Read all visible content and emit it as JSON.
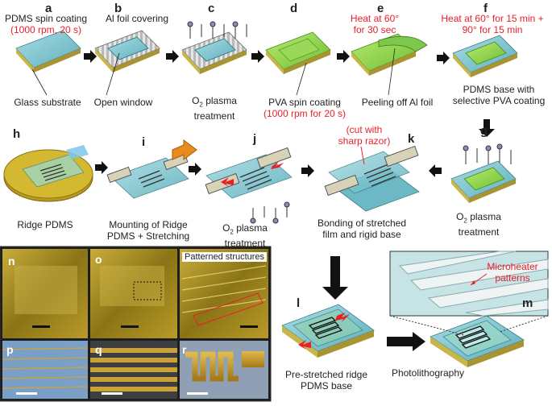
{
  "steps": {
    "a": {
      "letter": "a",
      "line1": "PDMS spin coating",
      "line2": "(1000 rpm, 20 s)",
      "below": "Glass substrate"
    },
    "b": {
      "letter": "b",
      "line1": "Al foil covering",
      "below": "Open window"
    },
    "c": {
      "letter": "c",
      "line1": "O",
      "sub": "2",
      "line1b": " plasma",
      "line2": "treatment"
    },
    "d": {
      "letter": "d",
      "line1": "PVA spin coating",
      "line2": "(1000 rpm for 20 s)"
    },
    "e": {
      "letter": "e",
      "heat1": "Heat at 60°",
      "heat2": "for 30 sec",
      "below": "Peeling off Al foil"
    },
    "f": {
      "letter": "f",
      "heat1": "Heat at 60° for 15 min +",
      "heat2": "90° for 15 min",
      "below1": "PDMS base with",
      "below2": "selective PVA coating"
    },
    "g": {
      "letter": "g",
      "line1": "O",
      "sub": "2",
      "line1b": " plasma",
      "line2": "treatment"
    },
    "h": {
      "letter": "h",
      "below": "Ridge PDMS"
    },
    "i": {
      "letter": "i",
      "below1": "Mounting of Ridge",
      "below2": "PDMS + Stretching"
    },
    "j": {
      "letter": "j",
      "line1": "O",
      "sub": "2",
      "line1b": " plasma",
      "line2": "treatment"
    },
    "k": {
      "letter": "k",
      "cut1": "(cut with",
      "cut2": "sharp razor)",
      "below1": "Bonding of stretched",
      "below2": "film and rigid base"
    },
    "l": {
      "letter": "l",
      "below1": "Pre-stretched ridge",
      "below2": "PDMS base"
    },
    "m": {
      "letter": "m",
      "below": "Photolithography",
      "callout1": "Microheater",
      "callout2": "patterns"
    }
  },
  "photos": {
    "n": "n",
    "o": "o",
    "p": "p",
    "q": "q",
    "r": "r",
    "patterned_label": "Patterned structures"
  },
  "colors": {
    "pdms": "#7fc6cf",
    "glass_edge": "#c9b64a",
    "pva": "#8fd14f",
    "foil": "#d8d8d8",
    "annotation_red": "#e8202a",
    "plasma_dot": "#9a86b8",
    "photo_amber": "#b59a2a"
  }
}
